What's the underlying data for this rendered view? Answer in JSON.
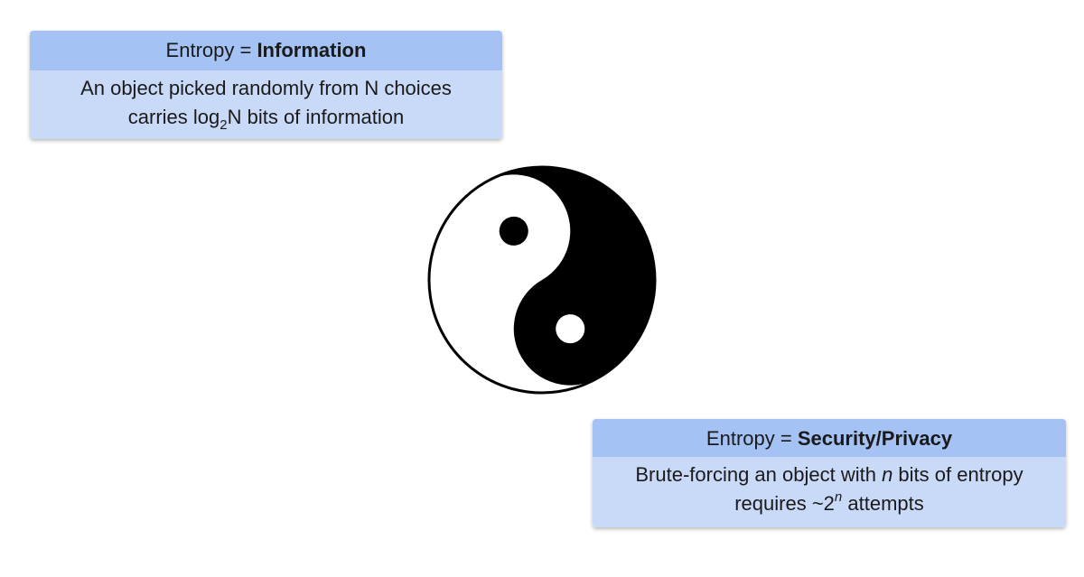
{
  "information_card": {
    "title_prefix": "Entropy = ",
    "title_bold": "Information",
    "line1": "An object picked randomly from N choices",
    "line2_pre": "carries log",
    "line2_sub": "2",
    "line2_post": "N bits of information"
  },
  "security_card": {
    "title_prefix": "Entropy = ",
    "title_bold_1": "Security",
    "title_sep": "/",
    "title_bold_2": "Privacy",
    "line1_pre": "Brute-forcing an object with ",
    "line1_italic": "n",
    "line1_post": " bits of entropy",
    "line2_pre": "requires ~2",
    "line2_sup": "n",
    "line2_post": " attempts"
  },
  "colors": {
    "header_blue": "#a4c2f4",
    "body_blue": "#c9daf8",
    "yin": "#000000",
    "yang": "#ffffff"
  }
}
